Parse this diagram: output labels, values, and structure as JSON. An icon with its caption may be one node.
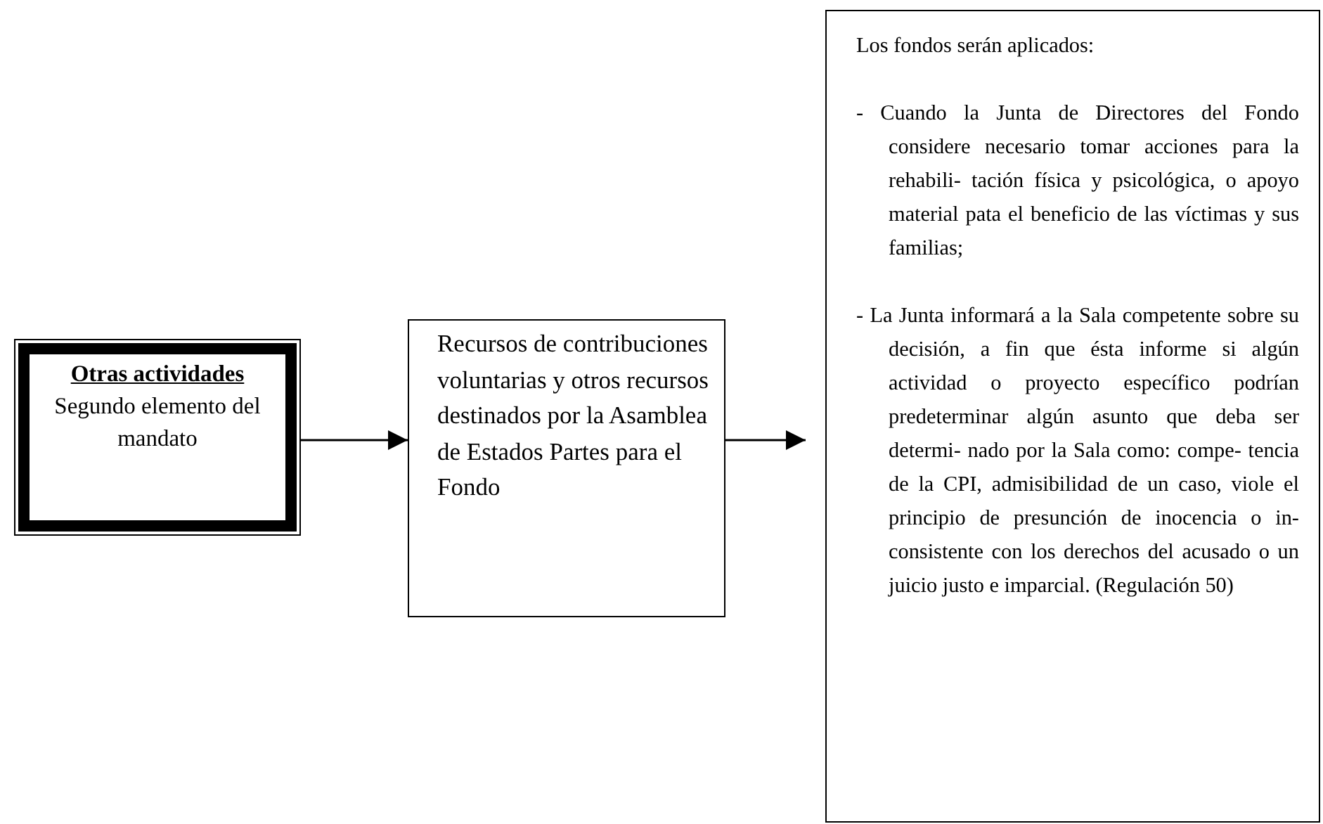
{
  "diagram": {
    "nodes": [
      {
        "text": [
          "Otras actividades",
          "Segundo elemento del mandato"
        ]
      },
      {
        "text": [
          "Recursos de contribuciones voluntarias y otros recursos destinados por la Asamblea de Estados Partes para el Fondo"
        ]
      },
      {
        "text": [
          "Los fondos serán aplicados:",
          "- Cuando la Junta de Directores del Fondo considere necesario tomar acciones para la rehabili- tación física y psicológica, o apoyo material pata el beneficio de las víctimas y sus familias;",
          "- La Junta informará a la Sala competente sobre su decisión, a fin que ésta informe si algún actividad o proyecto específico podrían predeterminar algún asunto que deba ser determi- nado por la Sala como: compe- tencia de la CPI, admisibilidad de un caso, viole el principio de presunción de inocencia o in- consistente con los derechos del acusado o un juicio justo e imparcial. (Regulación 50)"
        ]
      }
    ],
    "edges": [
      {
        "from": 0,
        "to": 1,
        "arrow": "to"
      },
      {
        "from": 1,
        "to": 2,
        "arrow": "to"
      }
    ]
  }
}
